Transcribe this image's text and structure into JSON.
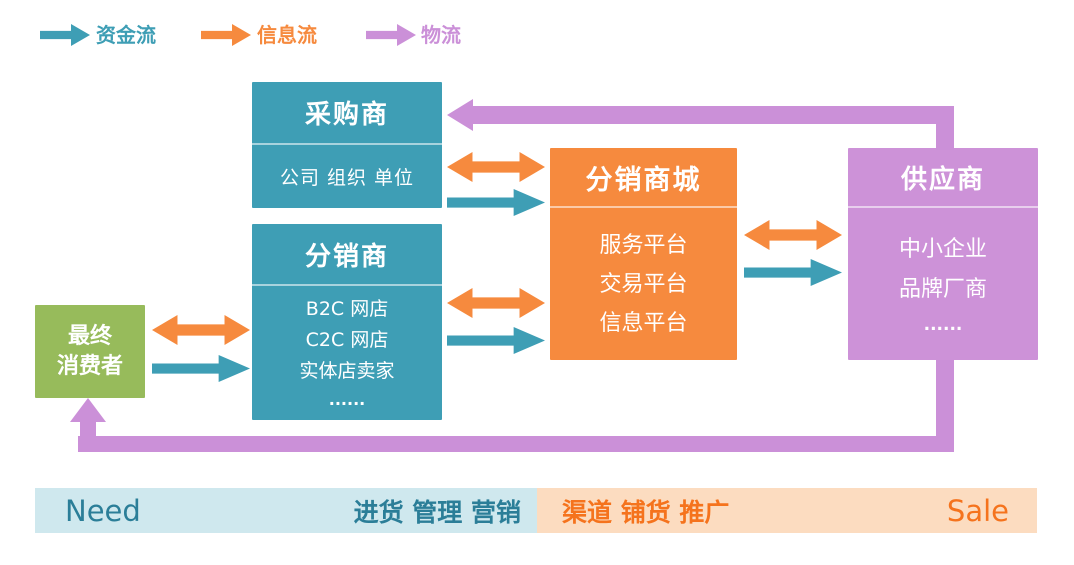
{
  "colors": {
    "teal": "#3E9EB5",
    "orange": "#F68A3E",
    "purple": "#CB90D8",
    "purpleBox": "#CD92D8",
    "green": "#97BB5B",
    "lightBlue": "#CFE8EE",
    "lightOrange": "#FCDCC0",
    "tealText": "#2B7E98",
    "orangeText": "#F5731D"
  },
  "legend": {
    "capital": {
      "label": "资金流"
    },
    "information": {
      "label": "信息流"
    },
    "logistics": {
      "label": "物流"
    }
  },
  "boxes": {
    "purchaser": {
      "title": "采购商",
      "body": [
        "公司 组织 单位"
      ]
    },
    "distributor": {
      "title": "分销商",
      "body": [
        "B2C 网店",
        "C2C 网店",
        "实体店卖家",
        "......"
      ]
    },
    "mall": {
      "title": "分销商城",
      "body": [
        "服务平台",
        "交易平台",
        "信息平台"
      ]
    },
    "supplier": {
      "title": "供应商",
      "body": [
        "中小企业",
        "品牌厂商",
        "......"
      ]
    },
    "consumer": {
      "lines": [
        "最终",
        "消费者"
      ]
    }
  },
  "bottom_bar": {
    "left": {
      "start": "Need",
      "middle": "进货 管理 营销"
    },
    "right": {
      "middle": "渠道 铺货 推广",
      "end": "Sale"
    }
  }
}
